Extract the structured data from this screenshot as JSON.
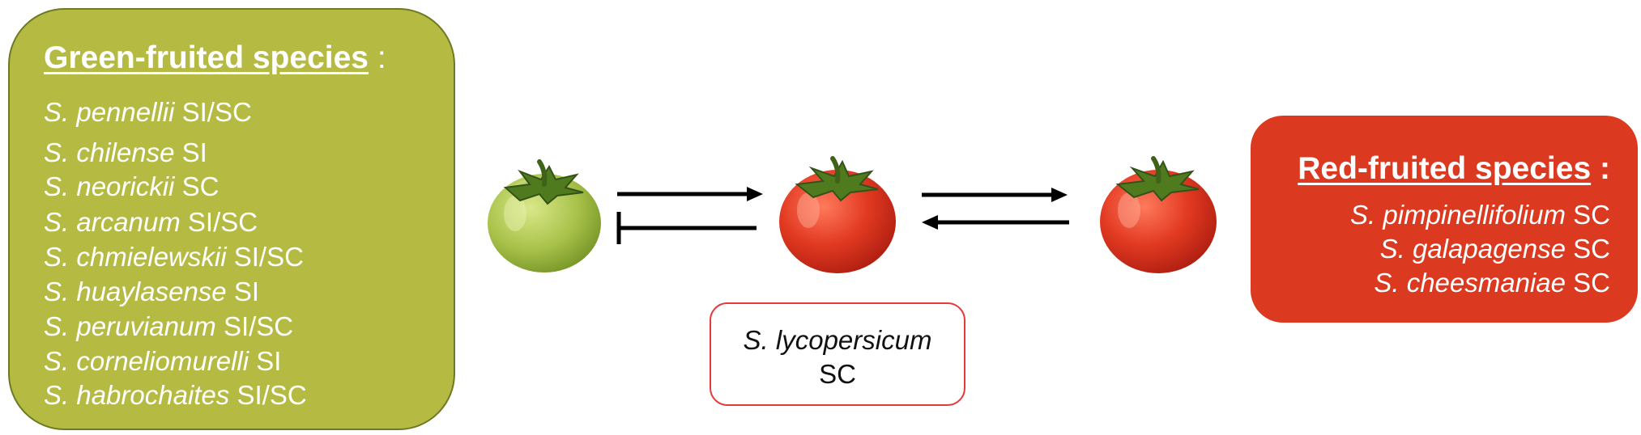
{
  "green_box": {
    "title": "Green-fruited species",
    "colon": ":",
    "species": [
      {
        "name": "S. pennellii",
        "status": "SI/SC"
      },
      {
        "name": "S. chilense",
        "status": "SI"
      },
      {
        "name": "S. neorickii",
        "status": "SC"
      },
      {
        "name": "S. arcanum",
        "status": "SI/SC"
      },
      {
        "name": "S. chmielewskii",
        "status": "SI/SC"
      },
      {
        "name": "S. huaylasense",
        "status": "SI"
      },
      {
        "name": "S. peruvianum",
        "status": "SI/SC"
      },
      {
        "name": "S. corneliomurelli",
        "status": "SI"
      },
      {
        "name": "S. habrochaites",
        "status": "SI/SC"
      }
    ]
  },
  "red_box": {
    "title": "Red-fruited species",
    "colon": ":",
    "species": [
      {
        "name": "S. pimpinellifolium",
        "status": "SC"
      },
      {
        "name": "S. galapagense",
        "status": "SC"
      },
      {
        "name": "S. cheesmaniae",
        "status": "SC"
      }
    ]
  },
  "center_box": {
    "name": "S. lycopersicum",
    "status": "SC"
  },
  "icons": {
    "green_tomato": "green-tomato-icon",
    "red_tomato": "red-tomato-icon"
  },
  "colors": {
    "green_box": "#b5bb42",
    "red_box": "#db3a20",
    "center_border": "#e63a3a",
    "arrow": "#000000"
  }
}
